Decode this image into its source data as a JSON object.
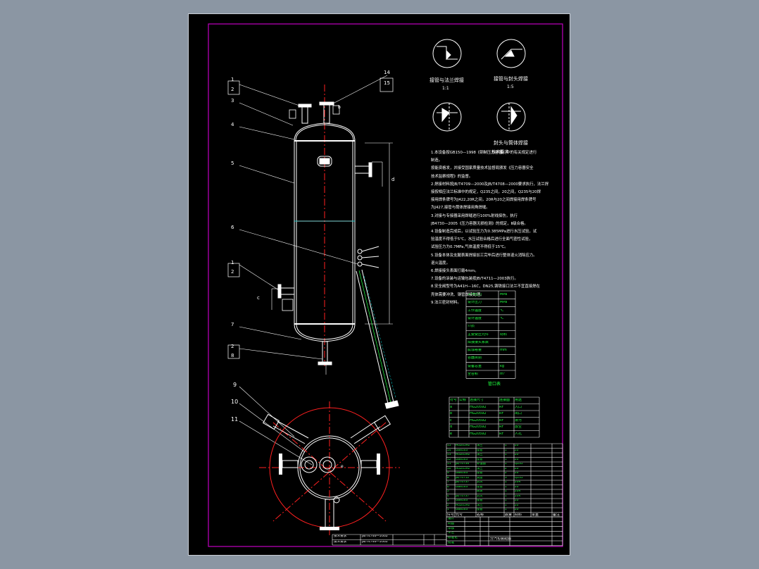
{
  "colors": {
    "background": "#8b96a3",
    "sheet": "#000000",
    "frame": "#c000c0",
    "outline": "#ffffff",
    "centerline": "#ff2020",
    "dimension": "#ffffff",
    "highlight": "#20ff40",
    "table_text": "#20ff40",
    "hatch": "#00e0e0"
  },
  "balloons": {
    "left_top": [
      "1",
      "2",
      "3",
      "4",
      "5",
      "6"
    ],
    "left_mid": [
      "1",
      "2"
    ],
    "left_low": [
      "7",
      "2",
      "8"
    ],
    "right_top": [
      "14",
      "15"
    ],
    "plan": [
      "9",
      "10",
      "11"
    ]
  },
  "details": [
    {
      "title": "接管与法兰焊接",
      "scale": "1:1"
    },
    {
      "title": "接管与封头焊接",
      "scale": "1:5"
    },
    {
      "title": "封头与筒体焊接",
      "scale": ""
    }
  ],
  "nozzle_marks": [
    "b",
    "c",
    "d",
    "e"
  ],
  "tech_req": {
    "heading": "技术要求",
    "lines": [
      "1.本设备按GB150—1998《钢制压力容器》中的有关规定进行",
      "制造。",
      "按能资格发，并接受国家质量技术监督局颁发《压力容器安全",
      "技术监察规程》的监督。",
      "2.焊接材料按JB/T4709—2000及JB/T4708—2000要求执行，法兰焊",
      "接按相应法兰标准中的规定，Q235之间，20之间，Q235与20焊",
      "接用焊条牌号为J422,20R之间，20R与20之间焊接用焊条牌号",
      "为J427,接管与筒体焊接用角焊缝。",
      "3.对接与专接器采用焊缝进行100%射线探伤，执行",
      "JB4730—2005《压力容器无损检测》的规定，Ⅱ级合格。",
      "4.设备制造完成后，以试验压力为0.385MPa进行水压试验，试",
      "验温度不得低于5℃，水压试验合格后进行全面气密性试验，",
      "试验压力为0.7MPa,气体温度不得低于15℃。",
      "5.设备本体及支腿表面焊接加工完毕后进行整体退火消除应力。",
      "退火温度。",
      "6.焊接接头表面打磨4mm。",
      "7.设备的涂装与运输包装按JB/T4711—2003执行。",
      "8.安全阀型号为A41H—16C，DN25,铸铁接口法兰不宜直接焊在",
      "壳体需要冲洗、钢管焊接处理。",
      "9.法兰密封材料。"
    ]
  },
  "design_table": {
    "rows": [
      [
        "工作压力",
        "MPa"
      ],
      [
        "设计压力",
        "MPa"
      ],
      [
        "工作温度",
        "℃"
      ],
      [
        "设计温度",
        "℃"
      ],
      [
        "介质",
        ""
      ],
      [
        "主要受压元件",
        "材料"
      ],
      [
        "焊接接头系数",
        ""
      ],
      [
        "腐蚀裕量",
        "mm"
      ],
      [
        "容器类别",
        ""
      ],
      [
        "设备总重",
        "kg"
      ],
      [
        "全容积",
        "m³"
      ]
    ]
  },
  "nozzle_table": {
    "title": "管口表",
    "header": [
      "符号",
      "公称",
      "连接尺寸",
      "连接面",
      "用途"
    ],
    "rows": [
      [
        "a",
        "",
        "HG20592",
        "RF",
        "入口"
      ],
      [
        "b",
        "",
        "HG20592",
        "RF",
        "出口"
      ],
      [
        "c",
        "",
        "HG20592",
        "RF",
        "排污"
      ],
      [
        "d",
        "",
        "HG20592",
        "RF",
        "放空"
      ],
      [
        "e",
        "",
        "HG20592",
        "RF",
        "人孔"
      ]
    ]
  },
  "parts_table": {
    "header": [
      "件号",
      "代号",
      "名称",
      "数量",
      "材料",
      "单重",
      "备注"
    ],
    "rows": [
      [
        "15",
        "HG20592",
        "法兰",
        "1",
        "20",
        "",
        ""
      ],
      [
        "14",
        "GB8163",
        "接管",
        "1",
        "20",
        "",
        ""
      ],
      [
        "13",
        "HG20592",
        "法兰",
        "1",
        "20",
        "",
        ""
      ],
      [
        "12",
        "GB8163",
        "接管",
        "1",
        "20",
        "",
        ""
      ],
      [
        "11",
        "JB/T4736",
        "补强圈",
        "1",
        "Q235",
        "",
        ""
      ],
      [
        "10",
        "HG20592",
        "法兰",
        "2",
        "20",
        "",
        ""
      ],
      [
        "9",
        "GB8163",
        "接管",
        "2",
        "20",
        "",
        ""
      ],
      [
        "8",
        "JB/T4712",
        "支座",
        "3",
        "Q235",
        "",
        ""
      ],
      [
        "7",
        "JB/T4737",
        "封头",
        "1",
        "20R",
        "",
        ""
      ],
      [
        "6",
        "GB8163",
        "接管",
        "1",
        "20",
        "",
        ""
      ],
      [
        "5",
        "",
        "筒体",
        "1",
        "20R",
        "",
        ""
      ],
      [
        "4",
        "JB/T4737",
        "封头",
        "1",
        "20R",
        "",
        ""
      ],
      [
        "3",
        "GB8163",
        "接管",
        "1",
        "20",
        "",
        ""
      ],
      [
        "2",
        "HG20592",
        "法兰",
        "1",
        "20",
        "",
        ""
      ],
      [
        "1",
        "GB8163",
        "接管",
        "1",
        "20",
        "",
        ""
      ]
    ]
  },
  "title_block": {
    "drawing_title": "分汽包装配图",
    "rows": [
      "设计",
      "制图",
      "审核",
      "工艺",
      "标准化",
      "批准"
    ]
  },
  "bottom_strip": {
    "left": [
      "技术要求",
      "技术要求"
    ],
    "mid": [
      "JB/T4746—2002",
      "JB/T4746—2002"
    ]
  }
}
